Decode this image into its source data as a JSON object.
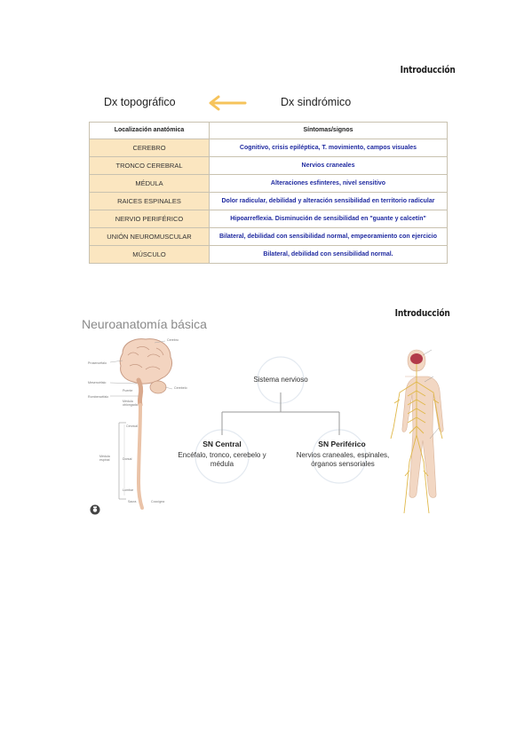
{
  "page1": {
    "section_title": "Introducción",
    "dx_left": "Dx topográfico",
    "dx_right": "Dx sindrómico",
    "arrow_color": "#f6c35b",
    "table": {
      "headers": [
        "Localización anatómica",
        "Síntomas/signos"
      ],
      "rows": [
        [
          "CEREBRO",
          "Cognitivo, crisis epiléptica, T. movimiento, campos visuales"
        ],
        [
          "TRONCO CEREBRAL",
          "Nervios craneales"
        ],
        [
          "MÉDULA",
          "Alteraciones esfinteres, nivel sensitivo"
        ],
        [
          "RAICES ESPINALES",
          "Dolor radicular, debilidad y alteración sensibilidad en territorio radicular"
        ],
        [
          "NERVIO PERIFÉRICO",
          "Hipoarreflexia. Disminución de sensibilidad en \"guante y calcetín\""
        ],
        [
          "UNIÓN NEUROMUSCULAR",
          "Bilateral, debilidad con sensibilidad normal, empeoramiento con ejercicio"
        ],
        [
          "MÚSCULO",
          "Bilateral, debilidad con sensibilidad normal."
        ]
      ]
    }
  },
  "page2": {
    "section_title": "Introducción",
    "slide_title": "Neuroanatomía básica",
    "brain_labels": {
      "cerebro": "Cerebro",
      "prosencefalo": "Prosencéfalo",
      "mesencefalo": "Mesencéfalo",
      "rombencefalo": "Rombencéfalo",
      "puente": "Puente",
      "medula_oblongada": "Médula oblongada",
      "cerebelo": "Cerebelo",
      "cervical": "Cervical",
      "medula_espinal": "Médula espinal",
      "dorsal": "Dorsal",
      "lumbar": "Lumbar",
      "sacra": "Sacra",
      "coccigea": "Coccígea"
    },
    "root_node": "Sistema nervioso",
    "central": {
      "title": "SN Central",
      "desc": "Encéfalo, tronco, cerebelo y médula"
    },
    "peripheral": {
      "title": "SN Periférico",
      "desc": "Nervios craneales, espinales, órganos sensoriales"
    }
  }
}
